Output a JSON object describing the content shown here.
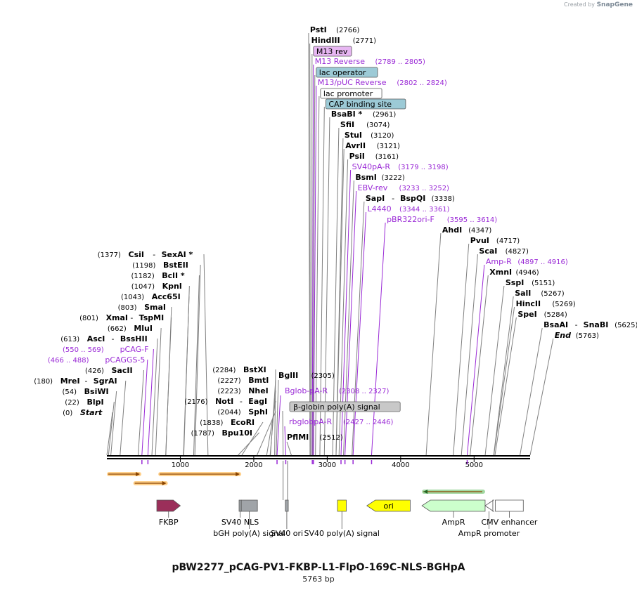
{
  "credit": {
    "prefix": "Created by",
    "brand": "SnapGene"
  },
  "plasmid": {
    "name": "pBW2277_pCAG-PV1-FKBP-L1-FlpO-169C-NLS-BGHpA",
    "size_label": "5763 bp",
    "length": 5763
  },
  "axis": {
    "ticks": [
      {
        "pos": 1000,
        "label": "1000"
      },
      {
        "pos": 2000,
        "label": "2000"
      },
      {
        "pos": 3000,
        "label": "3000"
      },
      {
        "pos": 4000,
        "label": "4000"
      },
      {
        "pos": 5000,
        "label": "5000"
      }
    ]
  },
  "annotations": [
    {
      "type": "site",
      "pos": 2766,
      "pos_label": "(2766)",
      "name": "PstI",
      "side": "right"
    },
    {
      "type": "site",
      "pos": 2771,
      "pos_label": "(2771)",
      "name": "HindIII",
      "side": "right"
    },
    {
      "type": "box",
      "pos": 2790,
      "name": "M13 rev",
      "color": "#e7b6f2"
    },
    {
      "type": "primer",
      "pos": 2797,
      "name": "M13 Reverse",
      "range": "(2789 .. 2805)"
    },
    {
      "type": "box",
      "pos": 2805,
      "name": "lac operator",
      "color": "#9ccad6"
    },
    {
      "type": "primer",
      "pos": 2813,
      "name": "M13/pUC Reverse",
      "range": "(2802 .. 2824)"
    },
    {
      "type": "box",
      "pos": 2840,
      "name": "lac promoter",
      "color": "#ffffff"
    },
    {
      "type": "box",
      "pos": 2900,
      "name": "CAP binding site",
      "color": "#9ccad6"
    },
    {
      "type": "site",
      "pos": 2961,
      "pos_label": "(2961)",
      "name": "BsaBI *",
      "side": "right"
    },
    {
      "type": "site",
      "pos": 3074,
      "pos_label": "(3074)",
      "name": "SfiI",
      "side": "right"
    },
    {
      "type": "site",
      "pos": 3120,
      "pos_label": "(3120)",
      "name": "StuI",
      "side": "right"
    },
    {
      "type": "site",
      "pos": 3121,
      "pos_label": "(3121)",
      "name": "AvrII",
      "side": "right"
    },
    {
      "type": "site",
      "pos": 3161,
      "pos_label": "(3161)",
      "name": "PsiI",
      "side": "right"
    },
    {
      "type": "primer",
      "pos": 3188,
      "name": "SV40pA-R",
      "range": "(3179 .. 3198)"
    },
    {
      "type": "site",
      "pos": 3222,
      "pos_label": "(3222)",
      "name": "BsmI",
      "side": "right"
    },
    {
      "type": "primer",
      "pos": 3242,
      "name": "EBV-rev",
      "range": "(3233 .. 3252)"
    },
    {
      "type": "site",
      "pos": 3338,
      "pos_label": "(3338)",
      "name": "SapI",
      "name2": "BspQI",
      "side": "right"
    },
    {
      "type": "primer",
      "pos": 3352,
      "name": "L4440",
      "range": "(3344 .. 3361)"
    },
    {
      "type": "primer",
      "pos": 3604,
      "name": "pBR322ori-F",
      "range": "(3595 .. 3614)"
    },
    {
      "type": "site",
      "pos": 4347,
      "pos_label": "(4347)",
      "name": "AhdI",
      "side": "right"
    },
    {
      "type": "site",
      "pos": 4717,
      "pos_label": "(4717)",
      "name": "PvuI",
      "side": "right"
    },
    {
      "type": "site",
      "pos": 4827,
      "pos_label": "(4827)",
      "name": "ScaI",
      "side": "right"
    },
    {
      "type": "primer",
      "pos": 4906,
      "name": "Amp-R",
      "range": "(4897 .. 4916)"
    },
    {
      "type": "site",
      "pos": 4946,
      "pos_label": "(4946)",
      "name": "XmnI",
      "side": "right"
    },
    {
      "type": "site",
      "pos": 5151,
      "pos_label": "(5151)",
      "name": "SspI",
      "side": "right"
    },
    {
      "type": "site",
      "pos": 5267,
      "pos_label": "(5267)",
      "name": "SalI",
      "side": "right"
    },
    {
      "type": "site",
      "pos": 5269,
      "pos_label": "(5269)",
      "name": "HincII",
      "side": "right"
    },
    {
      "type": "site",
      "pos": 5284,
      "pos_label": "(5284)",
      "name": "SpeI",
      "side": "right"
    },
    {
      "type": "site",
      "pos": 5625,
      "pos_label": "(5625)",
      "name": "BsaAI",
      "name2": "SnaBI",
      "side": "right"
    },
    {
      "type": "end",
      "pos": 5763,
      "pos_label": "(5763)",
      "name": "End",
      "side": "right"
    },
    {
      "type": "site",
      "pos": 1377,
      "pos_label": "(1377)",
      "name": "CsiI",
      "name2": "SexAI *",
      "side": "left"
    },
    {
      "type": "site",
      "pos": 1198,
      "pos_label": "(1198)",
      "name": "BstEII",
      "side": "left"
    },
    {
      "type": "site",
      "pos": 1182,
      "pos_label": "(1182)",
      "name": "BclI *",
      "side": "left"
    },
    {
      "type": "site",
      "pos": 1047,
      "pos_label": "(1047)",
      "name": "KpnI",
      "side": "left"
    },
    {
      "type": "site",
      "pos": 1043,
      "pos_label": "(1043)",
      "name": "Acc65I",
      "side": "left"
    },
    {
      "type": "site",
      "pos": 803,
      "pos_label": "(803)",
      "name": "SmaI",
      "side": "left"
    },
    {
      "type": "site",
      "pos": 801,
      "pos_label": "(801)",
      "name": "XmaI",
      "name2": "TspMI",
      "side": "left"
    },
    {
      "type": "site",
      "pos": 662,
      "pos_label": "(662)",
      "name": "MluI",
      "side": "left"
    },
    {
      "type": "site",
      "pos": 613,
      "pos_label": "(613)",
      "name": "AscI",
      "name2": "BssHII",
      "side": "left"
    },
    {
      "type": "primer",
      "pos": 559,
      "name": "pCAG-F",
      "range": "(550 .. 569)",
      "side": "left"
    },
    {
      "type": "primer",
      "pos": 477,
      "name": "pCAGGS-5",
      "range": "(466 .. 488)",
      "side": "left"
    },
    {
      "type": "site",
      "pos": 426,
      "pos_label": "(426)",
      "name": "SacII",
      "side": "left"
    },
    {
      "type": "site",
      "pos": 180,
      "pos_label": "(180)",
      "name": "MreI",
      "name2": "SgrAI",
      "side": "left"
    },
    {
      "type": "site",
      "pos": 54,
      "pos_label": "(54)",
      "name": "BsiWI",
      "side": "left"
    },
    {
      "type": "site",
      "pos": 22,
      "pos_label": "(22)",
      "name": "BlpI",
      "side": "left"
    },
    {
      "type": "start",
      "pos": 0,
      "pos_label": "(0)",
      "name": "Start",
      "side": "left"
    },
    {
      "type": "site",
      "pos": 2284,
      "pos_label": "(2284)",
      "name": "BstXI",
      "side": "left"
    },
    {
      "type": "site",
      "pos": 2227,
      "pos_label": "(2227)",
      "name": "BmtI",
      "side": "left"
    },
    {
      "type": "site",
      "pos": 2223,
      "pos_label": "(2223)",
      "name": "NheI",
      "side": "left"
    },
    {
      "type": "site",
      "pos": 2176,
      "pos_label": "(2176)",
      "name": "NotI",
      "name2": "EagI",
      "side": "left"
    },
    {
      "type": "site",
      "pos": 2044,
      "pos_label": "(2044)",
      "name": "SphI",
      "side": "left"
    },
    {
      "type": "site",
      "pos": 1838,
      "pos_label": "(1838)",
      "name": "EcoRI",
      "side": "left"
    },
    {
      "type": "site",
      "pos": 1787,
      "pos_label": "(1787)",
      "name": "Bpu10I",
      "side": "left"
    },
    {
      "type": "site",
      "pos": 2305,
      "pos_label": "(2305)",
      "name": "BglII",
      "side": "right"
    },
    {
      "type": "primer",
      "pos": 2317,
      "name": "Bglob-pA-R",
      "range": "(2308 .. 2327)"
    },
    {
      "type": "box",
      "pos": 2400,
      "name": "β-globin poly(A) signal",
      "color": "#c8c8c8"
    },
    {
      "type": "primer",
      "pos": 2436,
      "name": "rbglobpA-R",
      "range": "(2427 .. 2446)"
    },
    {
      "type": "site",
      "pos": 2512,
      "pos_label": "(2512)",
      "name": "PflMI",
      "side": "right"
    }
  ],
  "features": [
    {
      "name": "FKBP",
      "start": 680,
      "end": 1000,
      "color": "#9b2f5a",
      "dir": "right",
      "label_row": 1
    },
    {
      "name": "SV40 NLS",
      "start": 1800,
      "end": 1830,
      "color": "#a0a4a8",
      "dir": "none",
      "label_row": 1
    },
    {
      "name": "bGH poly(A) signal",
      "start": 1830,
      "end": 2050,
      "color": "#a0a4a8",
      "dir": "none",
      "label_row": 2
    },
    {
      "name": "SV40 ori",
      "start": 2430,
      "end": 2470,
      "color": "#a0a4a8",
      "dir": "none",
      "label_row": 2
    },
    {
      "name": "SV40 poly(A) signal",
      "start": 3140,
      "end": 3260,
      "color": "#ffff00",
      "dir": "none",
      "label_row": 2
    },
    {
      "name": "ori",
      "start": 3540,
      "end": 4130,
      "color": "#ffff00",
      "dir": "left",
      "label_row": 0
    },
    {
      "name": "AmpR",
      "start": 4290,
      "end": 5150,
      "color": "#ccffcc",
      "dir": "left",
      "label_row": 1
    },
    {
      "name": "AmpR promoter",
      "start": 5150,
      "end": 5255,
      "color": "#ffffff",
      "dir": "left",
      "label_row": 2
    },
    {
      "name": "CMV enhancer",
      "start": 5290,
      "end": 5670,
      "color": "#ffffff",
      "dir": "none",
      "label_row": 1
    }
  ],
  "primer_bars": [
    {
      "start": 0,
      "end": 470,
      "color": "#ff9900",
      "dir": "right"
    },
    {
      "start": 360,
      "end": 830,
      "color": "#ff9900",
      "dir": "right"
    },
    {
      "start": 700,
      "end": 1830,
      "color": "#ff9900",
      "dir": "right"
    },
    {
      "start": 4290,
      "end": 5150,
      "color": "#33aa33",
      "dir": "left"
    }
  ]
}
